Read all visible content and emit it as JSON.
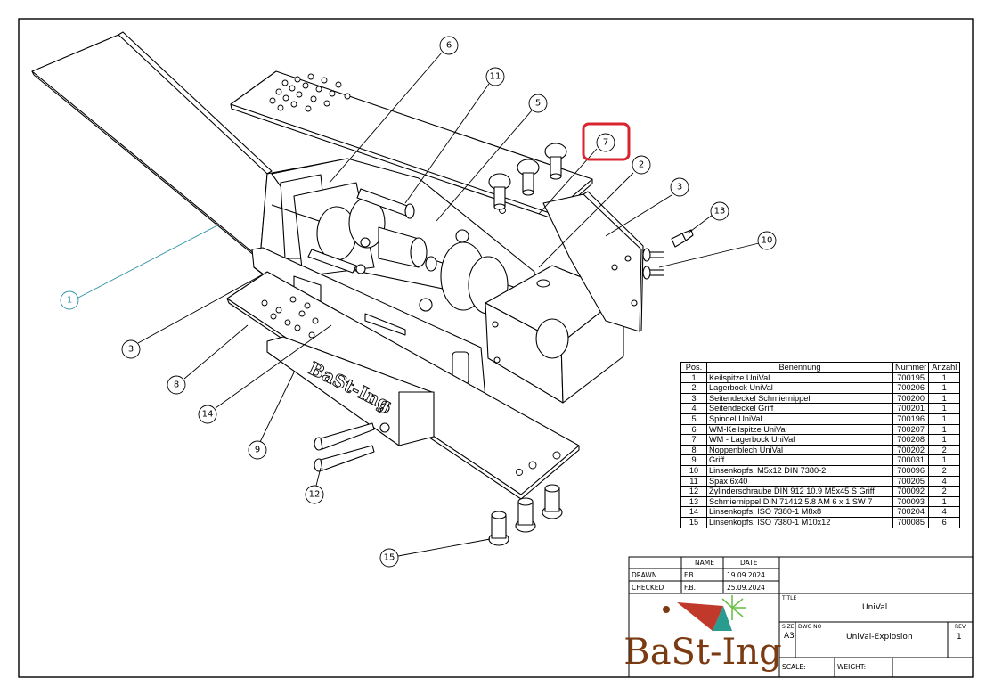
{
  "balloons": [
    "1",
    "2",
    "3",
    "3",
    "5",
    "6",
    "7",
    "8",
    "9",
    "10",
    "11",
    "12",
    "13",
    "14",
    "15"
  ],
  "embossed_text": "BaSt-Ing",
  "bom": {
    "headers": {
      "pos": "Pos.",
      "name": "Benennung",
      "number": "Nummer",
      "qty": "Anzahl"
    },
    "rows": [
      {
        "pos": "1",
        "name": "Keilspitze UniVal",
        "number": "700195",
        "qty": "1"
      },
      {
        "pos": "2",
        "name": "Lagerbock UniVal",
        "number": "700206",
        "qty": "1"
      },
      {
        "pos": "3",
        "name": "Seitendeckel Schmiernippel",
        "number": "700200",
        "qty": "1"
      },
      {
        "pos": "4",
        "name": "Seitendeckel Griff",
        "number": "700201",
        "qty": "1"
      },
      {
        "pos": "5",
        "name": "Spindel UniVal",
        "number": "700196",
        "qty": "1"
      },
      {
        "pos": "6",
        "name": "WM-Keilspitze UniVal",
        "number": "700207",
        "qty": "1"
      },
      {
        "pos": "7",
        "name": "WM - Lagerbock UniVal",
        "number": "700208",
        "qty": "1"
      },
      {
        "pos": "8",
        "name": "Noppenblech UniVal",
        "number": "700202",
        "qty": "2"
      },
      {
        "pos": "9",
        "name": "Griff",
        "number": "700031",
        "qty": "1"
      },
      {
        "pos": "10",
        "name": "Linsenkopfs. M5x12 DIN 7380-2",
        "number": "700096",
        "qty": "2"
      },
      {
        "pos": "11",
        "name": "Spax  6x40",
        "number": "700205",
        "qty": "4"
      },
      {
        "pos": "12",
        "name": "Zylinderschraube DIN 912 10.9 M5x45 S Griff",
        "number": "700092",
        "qty": "2"
      },
      {
        "pos": "13",
        "name": "Schmiernippel DIN 71412 5.8 AM 6 x 1 SW 7",
        "number": "700093",
        "qty": "1"
      },
      {
        "pos": "14",
        "name": "Linsenkopfs. ISO 7380-1 M8x8",
        "number": "700204",
        "qty": "4"
      },
      {
        "pos": "15",
        "name": "Linsenkopfs. ISO 7380-1 M10x12",
        "number": "700085",
        "qty": "6"
      }
    ]
  },
  "title_block": {
    "name_header": "NAME",
    "date_header": "DATE",
    "drawn_label": "DRAWN",
    "drawn_name": "F.B.",
    "drawn_date": "19.09.2024",
    "checked_label": "CHECKED",
    "checked_name": "F.B.",
    "checked_date": "25.09.2024",
    "title_label": "TITLE",
    "title": "UniVal",
    "size_label": "SIZE",
    "size": "A3",
    "dwg_label": "DWG NO",
    "dwg_no": "UniVal-Explosion",
    "rev_label": "REV",
    "rev": "1",
    "scale_label": "SCALE:",
    "weight_label": "WEIGHT:"
  },
  "logo": {
    "text": "BaSt-Ing"
  },
  "colors": {
    "highlight": "#d9232e",
    "leader_1": "#2e8fa6",
    "logo_brown": "#7a3a12",
    "logo_red": "#c0392b",
    "logo_teal": "#2a9b8f",
    "logo_green": "#6cc04a"
  }
}
